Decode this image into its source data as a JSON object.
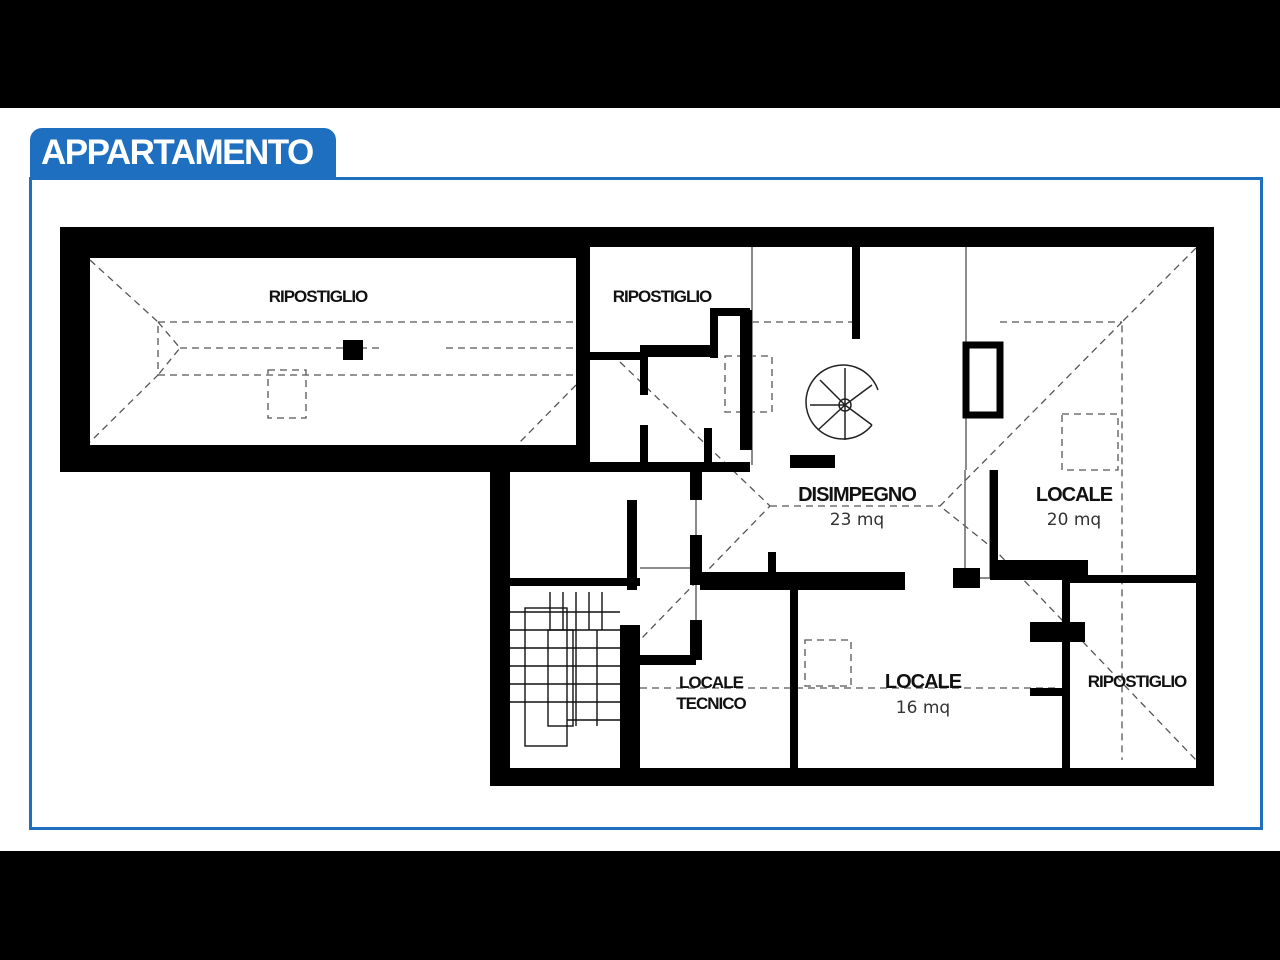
{
  "header": {
    "title": "APPARTAMENTO"
  },
  "colors": {
    "accent": "#1e6fbf",
    "wall": "#000000",
    "area_text": "#333333"
  },
  "rooms": [
    {
      "name": "RIPOSTIGLIO",
      "area": ""
    },
    {
      "name": "RIPOSTIGLIO",
      "area": ""
    },
    {
      "name": "DISIMPEGNO",
      "area": "23 mq"
    },
    {
      "name": "LOCALE",
      "area": "20 mq"
    },
    {
      "name": "LOCALE",
      "area": "16 mq"
    },
    {
      "name": "LOCALE",
      "name2": "TECNICO",
      "area": ""
    },
    {
      "name": "RIPOSTIGLIO",
      "area": ""
    }
  ]
}
